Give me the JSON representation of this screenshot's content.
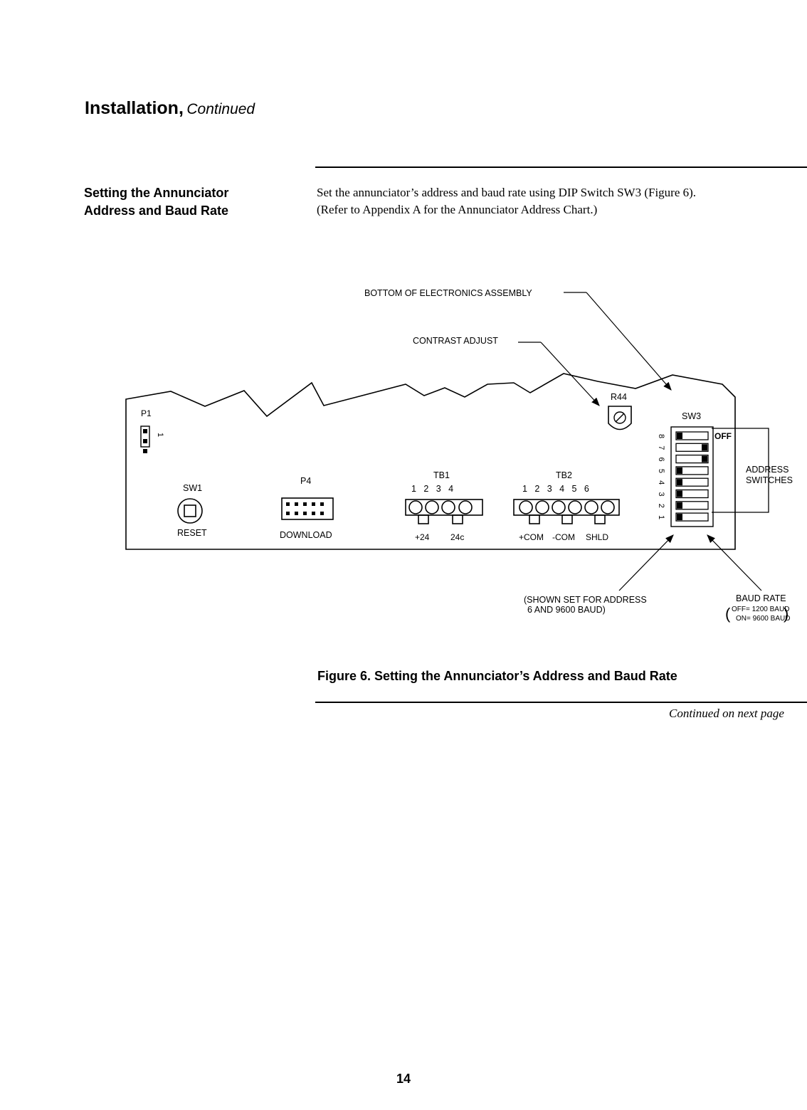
{
  "header": {
    "title": "Installation,",
    "continued": "Continued"
  },
  "section": {
    "heading_line1": "Setting the Annunciator",
    "heading_line2": "Address and Baud Rate",
    "body_line1": "Set the annunciator’s address and baud rate using DIP Switch SW3 (Figure 6).",
    "body_line2": "(Refer to Appendix A for the Annunciator Address Chart.)"
  },
  "figure": {
    "callouts": {
      "bottom_assembly": "BOTTOM OF ELECTRONICS ASSEMBLY",
      "contrast_adjust": "CONTRAST ADJUST",
      "address_switches_line1": "ADDRESS",
      "address_switches_line2": "SWITCHES",
      "shown_set_line1": "(SHOWN SET FOR ADDRESS",
      "shown_set_line2": "6 AND 9600 BAUD)",
      "baud_rate": "BAUD RATE",
      "baud_off": "OFF= 1200 BAUD",
      "baud_on": "ON= 9600 BAUD"
    },
    "board": {
      "p1": "P1",
      "p1_pin": "1",
      "sw1": "SW1",
      "reset": "RESET",
      "p4": "P4",
      "download": "DOWNLOAD",
      "tb1": "TB1",
      "tb1_pins": "1   2   3   4",
      "tb1_plus24": "+24",
      "tb1_24c": "24c",
      "tb2": "TB2",
      "tb2_pins": "1   2   3   4   5   6",
      "tb2_pcom": "+COM",
      "tb2_mcom": "-COM",
      "tb2_shld": "SHLD",
      "r44": "R44",
      "sw3": "SW3",
      "off": "OFF",
      "dip_numbers": [
        "8",
        "7",
        "6",
        "5",
        "4",
        "3",
        "2",
        "1"
      ]
    },
    "caption": "Figure 6.  Setting the Annunciator’s Address and Baud Rate"
  },
  "footer": {
    "continued": "Continued on next page",
    "page_number": "14"
  }
}
